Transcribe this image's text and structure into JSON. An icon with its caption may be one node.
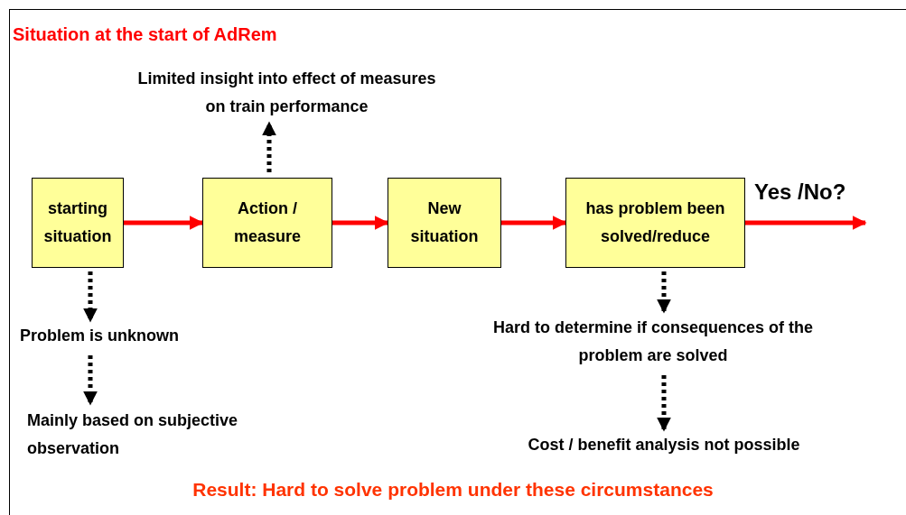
{
  "diagram": {
    "title": "Situation at the start of AdRem",
    "caption": "Result: Hard to solve problem under these circumstances",
    "nodes": [
      {
        "text": [
          "starting situation"
        ]
      },
      {
        "text": [
          "Action / measure"
        ]
      },
      {
        "text": [
          "New situation"
        ]
      },
      {
        "text": [
          "has problem been solved/reduce"
        ]
      },
      {
        "text": [
          "Limited insight into effect of measures on train performance"
        ]
      },
      {
        "text": [
          "Problem is unknown"
        ]
      },
      {
        "text": [
          "Mainly based on subjective observation"
        ]
      },
      {
        "text": [
          "Hard to determine if consequences of the problem are solved"
        ]
      },
      {
        "text": [
          "Cost / benefit analysis not possible"
        ]
      }
    ],
    "edges": [
      {
        "from": 0,
        "to": 1,
        "arrow": "to",
        "color": "#ff0000"
      },
      {
        "from": 1,
        "to": 2,
        "arrow": "to",
        "color": "#ff0000"
      },
      {
        "from": 2,
        "to": 3,
        "arrow": "to",
        "color": "#ff0000"
      },
      {
        "from": 3,
        "to": null,
        "arrow": "to",
        "color": "#ff0000",
        "label": "Yes /No?"
      },
      {
        "from": 1,
        "to": 4,
        "arrow": "to",
        "style": "dashed"
      },
      {
        "from": 0,
        "to": 5,
        "arrow": "to",
        "style": "dashed"
      },
      {
        "from": 5,
        "to": 6,
        "arrow": "to",
        "style": "dashed"
      },
      {
        "from": 3,
        "to": 7,
        "arrow": "to",
        "style": "dashed"
      },
      {
        "from": 7,
        "to": 8,
        "arrow": "to",
        "style": "dashed"
      }
    ]
  }
}
